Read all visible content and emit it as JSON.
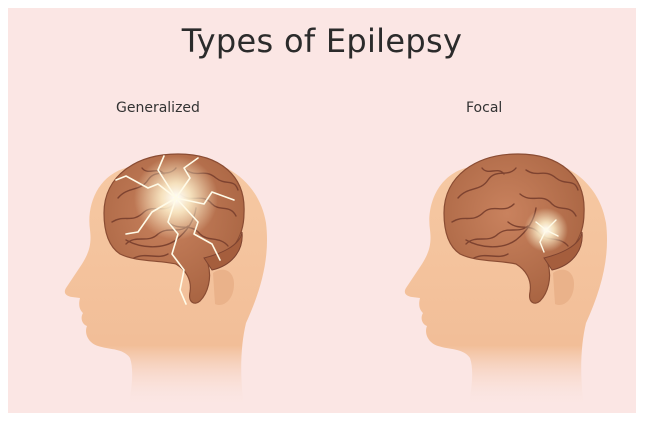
{
  "title": "Types of Epilepsy",
  "panels": [
    {
      "label": "Generalized"
    },
    {
      "label": "Focal"
    }
  ],
  "colors": {
    "background": "#fbe6e4",
    "skin": "#f3c19a",
    "brain": "#b9714f",
    "brain_folds": "#7e4330",
    "glow": "#fff6d8"
  }
}
